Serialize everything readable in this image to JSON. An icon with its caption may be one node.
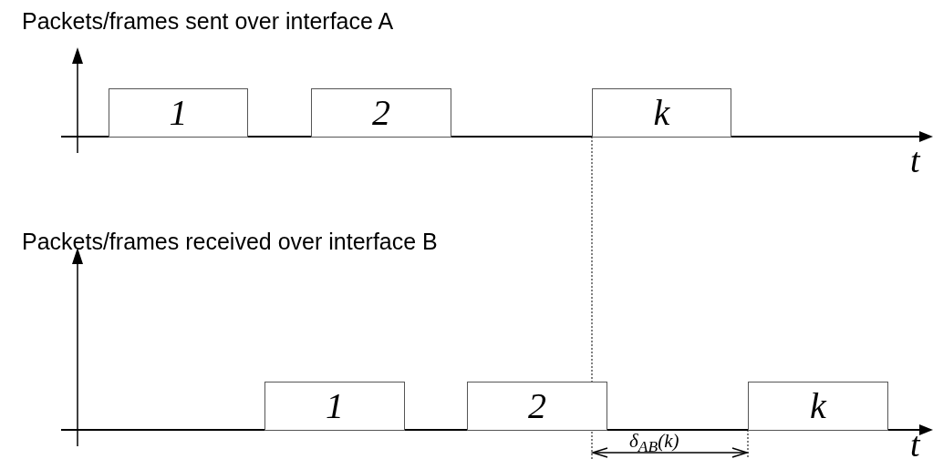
{
  "diagram": {
    "nodes": [
      {
        "text": [
          "1"
        ]
      },
      {
        "text": [
          "2"
        ]
      },
      {
        "text": [
          "k"
        ]
      },
      {
        "text": [
          "1"
        ]
      },
      {
        "text": [
          "2"
        ]
      },
      {
        "text": [
          "k"
        ]
      }
    ],
    "labels": [
      "Packets/frames sent over interface A",
      "t",
      "Packets/frames received over interface B",
      "t",
      "δ$_{AB}$(k)"
    ]
  }
}
